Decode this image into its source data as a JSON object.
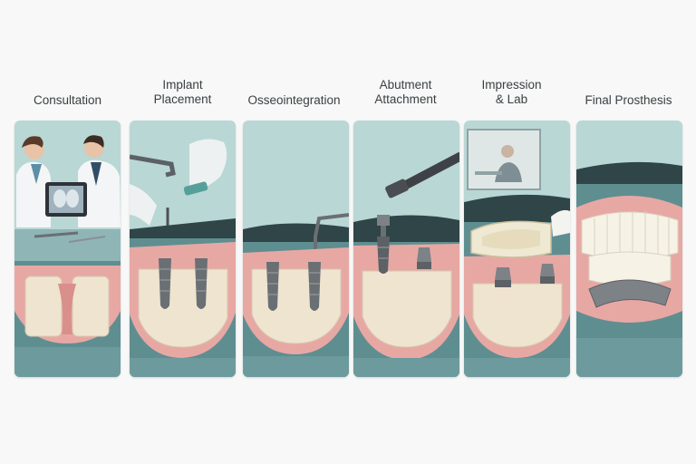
{
  "steps": [
    {
      "label": "Consultation"
    },
    {
      "label": "Implant\nPlacement"
    },
    {
      "label": "Osseointegration"
    },
    {
      "label": "Abutment\nAttachment"
    },
    {
      "label": "Impression\n& Lab"
    },
    {
      "label": "Final Prosthesis"
    }
  ],
  "colors": {
    "panel_bg": "#b9d7d5",
    "water": "#5f8e91",
    "gum": "#e7a8a4",
    "bone": "#efe4cf",
    "metal": "#6a6f74",
    "tooth": "#f6f2e6"
  },
  "icons": [
    "doctor-icon",
    "tablet-xray-icon",
    "drill-icon",
    "implant-icon",
    "abutment-icon",
    "denture-icon"
  ]
}
